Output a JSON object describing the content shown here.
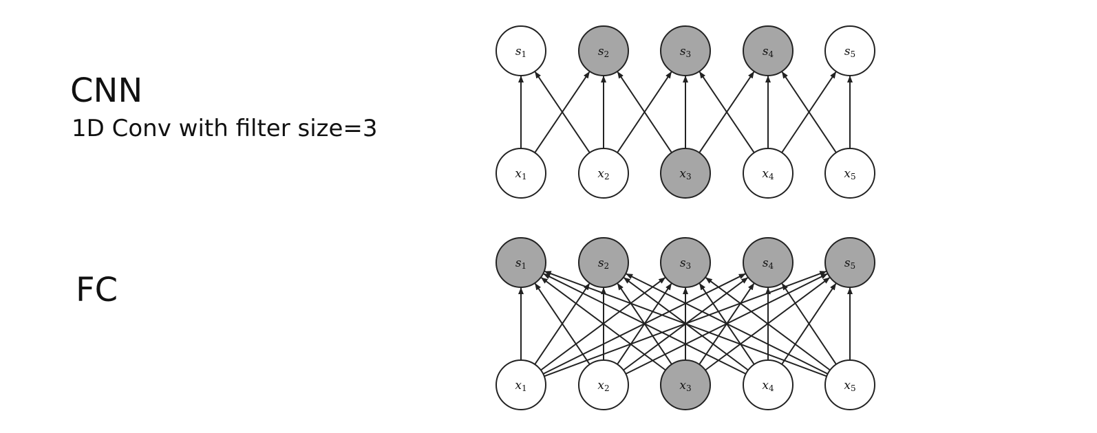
{
  "labels": {
    "cnn_title": "CNN",
    "cnn_subtitle": "1D Conv with filter size=3",
    "fc_title": "FC"
  },
  "colors": {
    "highlight_fill": "#a6a6a6",
    "plain_fill": "#ffffff",
    "stroke": "#222222"
  },
  "diagrams": [
    {
      "id": "cnn",
      "outputs": [
        {
          "base": "s",
          "sub": "1",
          "highlighted": false
        },
        {
          "base": "s",
          "sub": "2",
          "highlighted": true
        },
        {
          "base": "s",
          "sub": "3",
          "highlighted": true
        },
        {
          "base": "s",
          "sub": "4",
          "highlighted": true
        },
        {
          "base": "s",
          "sub": "5",
          "highlighted": false
        }
      ],
      "inputs": [
        {
          "base": "x",
          "sub": "1",
          "highlighted": false
        },
        {
          "base": "x",
          "sub": "2",
          "highlighted": false
        },
        {
          "base": "x",
          "sub": "3",
          "highlighted": true
        },
        {
          "base": "x",
          "sub": "4",
          "highlighted": false
        },
        {
          "base": "x",
          "sub": "5",
          "highlighted": false
        }
      ],
      "connection": "local",
      "kernel_size": 3
    },
    {
      "id": "fc",
      "outputs": [
        {
          "base": "s",
          "sub": "1",
          "highlighted": true
        },
        {
          "base": "s",
          "sub": "2",
          "highlighted": true
        },
        {
          "base": "s",
          "sub": "3",
          "highlighted": true
        },
        {
          "base": "s",
          "sub": "4",
          "highlighted": true
        },
        {
          "base": "s",
          "sub": "5",
          "highlighted": true
        }
      ],
      "inputs": [
        {
          "base": "x",
          "sub": "1",
          "highlighted": false
        },
        {
          "base": "x",
          "sub": "2",
          "highlighted": false
        },
        {
          "base": "x",
          "sub": "3",
          "highlighted": true
        },
        {
          "base": "x",
          "sub": "4",
          "highlighted": false
        },
        {
          "base": "x",
          "sub": "5",
          "highlighted": false
        }
      ],
      "connection": "full"
    }
  ]
}
